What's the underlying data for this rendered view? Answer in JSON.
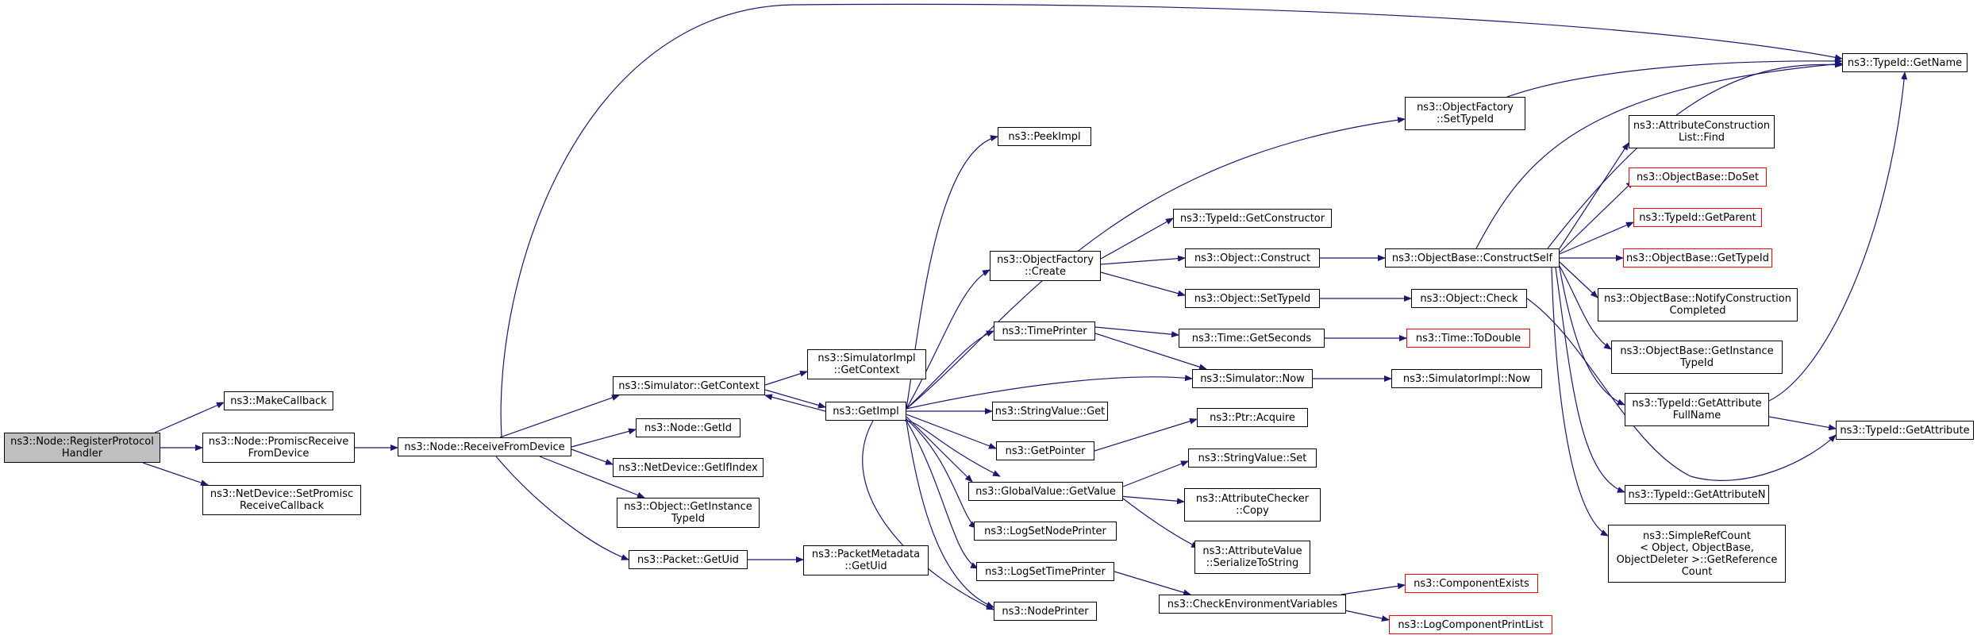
{
  "colors": {
    "edge": "#191970",
    "border": "#000000",
    "partial_border": "#ff0000",
    "root_fill": "#bfbfbf"
  },
  "nodes": {
    "registerProtocolHandler": "ns3::Node::RegisterProtocol\nHandler",
    "makeCallback": "ns3::MakeCallback",
    "promiscReceiveFromDevice": "ns3::Node::PromiscReceive\nFromDevice",
    "setPromiscReceiveCallback": "ns3::NetDevice::SetPromisc\nReceiveCallback",
    "receiveFromDevice": "ns3::Node::ReceiveFromDevice",
    "simulatorGetContext": "ns3::Simulator::GetContext",
    "nodeGetId": "ns3::Node::GetId",
    "netDeviceGetIfIndex": "ns3::NetDevice::GetIfIndex",
    "objectGetInstanceTypeId": "ns3::Object::GetInstance\nTypeId",
    "packetGetUid": "ns3::Packet::GetUid",
    "simulatorImplGetContext": "ns3::SimulatorImpl\n::GetContext",
    "packetMetadataGetUid": "ns3::PacketMetadata\n::GetUid",
    "getImpl": "ns3::GetImpl",
    "peekImpl": "ns3::PeekImpl",
    "objectFactoryCreate": "ns3::ObjectFactory\n::Create",
    "timePrinter": "ns3::TimePrinter",
    "stringValueGet": "ns3::StringValue::Get",
    "getPointer": "ns3::GetPointer",
    "globalValueGetValue": "ns3::GlobalValue::GetValue",
    "logSetNodePrinter": "ns3::LogSetNodePrinter",
    "logSetTimePrinter": "ns3::LogSetTimePrinter",
    "nodePrinter": "ns3::NodePrinter",
    "objectFactorySetTypeId": "ns3::ObjectFactory\n::SetTypeId",
    "typeIdGetConstructor": "ns3::TypeId::GetConstructor",
    "objectConstruct": "ns3::Object::Construct",
    "objectSetTypeId": "ns3::Object::SetTypeId",
    "timeGetSeconds": "ns3::Time::GetSeconds",
    "simulatorNow": "ns3::Simulator::Now",
    "ptrAcquire": "ns3::Ptr::Acquire",
    "stringValueSet": "ns3::StringValue::Set",
    "attributeCheckerCopy": "ns3::AttributeChecker\n::Copy",
    "attributeValueSerializeToString": "ns3::AttributeValue\n::SerializeToString",
    "checkEnvironmentVariables": "ns3::CheckEnvironmentVariables",
    "objectBaseConstructSelf": "ns3::ObjectBase::ConstructSelf",
    "objectCheck": "ns3::Object::Check",
    "timeToDouble": "ns3::Time::ToDouble",
    "simulatorImplNow": "ns3::SimulatorImpl::Now",
    "componentExists": "ns3::ComponentExists",
    "logComponentPrintList": "ns3::LogComponentPrintList",
    "typeIdGetName": "ns3::TypeId::GetName",
    "attributeConstructionListFind": "ns3::AttributeConstruction\nList::Find",
    "objectBaseDoSet": "ns3::ObjectBase::DoSet",
    "typeIdGetParent": "ns3::TypeId::GetParent",
    "objectBaseGetTypeId": "ns3::ObjectBase::GetTypeId",
    "objectBaseNotifyConstructionCompleted": "ns3::ObjectBase::NotifyConstruction\nCompleted",
    "objectBaseGetInstanceTypeId": "ns3::ObjectBase::GetInstance\nTypeId",
    "typeIdGetAttributeFullName": "ns3::TypeId::GetAttribute\nFullName",
    "typeIdGetAttributeN": "ns3::TypeId::GetAttributeN",
    "simpleRefCountGetReferenceCount": "ns3::SimpleRefCount\n< Object, ObjectBase,\nObjectDeleter >::GetReference\nCount",
    "typeIdGetAttribute": "ns3::TypeId::GetAttribute"
  }
}
